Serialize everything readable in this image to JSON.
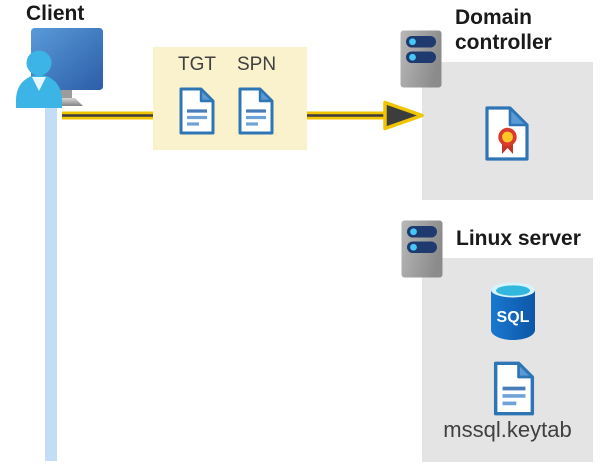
{
  "client": {
    "label": "Client"
  },
  "tokens": {
    "tgt": "TGT",
    "spn": "SPN"
  },
  "domain_controller": {
    "label": "Domain controller"
  },
  "linux_server": {
    "label": "Linux server"
  },
  "sql_database": {
    "label": "SQL"
  },
  "keytab": {
    "label": "mssql.keytab"
  },
  "colors": {
    "arrow-yellow": "#F0C400",
    "arrow-dark": "#3D3D3D",
    "token-box-yellow": "#FAF2CD",
    "zone-gray": "#E4E4E4",
    "connection-blue": "#C3DDF6",
    "doc-border-blue": "#2E75B6",
    "person-cyan": "#3CB4E5",
    "monitor-blue": "#3B74B9",
    "server-slot-navy": "#1E3A6E",
    "sql-blue": "#1262BB",
    "cert-red": "#DB3B2B",
    "cert-gold": "#FFC627",
    "title-text": "#1A1A1A",
    "label-text": "#404040"
  }
}
